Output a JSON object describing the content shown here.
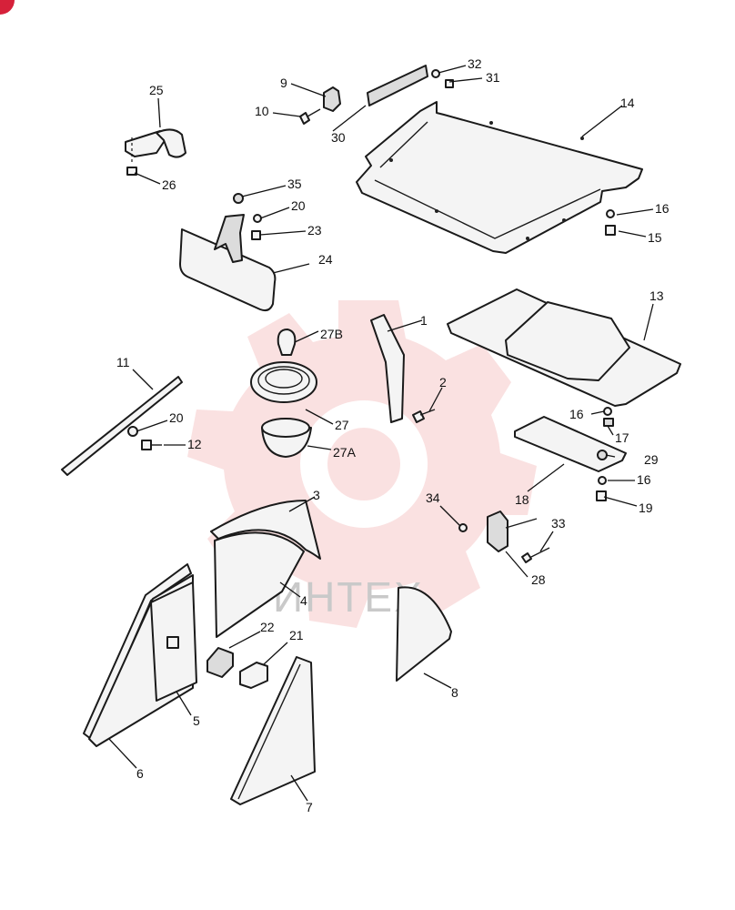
{
  "watermark": {
    "text": "ИНТЕХ",
    "color": "#f6c9c9"
  },
  "corner_badge_color": "#d6213a",
  "callouts": [
    {
      "id": "c1",
      "label": "1"
    },
    {
      "id": "c2",
      "label": "2"
    },
    {
      "id": "c3",
      "label": "3"
    },
    {
      "id": "c4",
      "label": "4"
    },
    {
      "id": "c5",
      "label": "5"
    },
    {
      "id": "c6",
      "label": "6"
    },
    {
      "id": "c7",
      "label": "7"
    },
    {
      "id": "c8",
      "label": "8"
    },
    {
      "id": "c9",
      "label": "9"
    },
    {
      "id": "c10",
      "label": "10"
    },
    {
      "id": "c11",
      "label": "11"
    },
    {
      "id": "c12",
      "label": "12"
    },
    {
      "id": "c13",
      "label": "13"
    },
    {
      "id": "c14",
      "label": "14"
    },
    {
      "id": "c15",
      "label": "15"
    },
    {
      "id": "c16a",
      "label": "16"
    },
    {
      "id": "c16b",
      "label": "16"
    },
    {
      "id": "c16c",
      "label": "16"
    },
    {
      "id": "c17",
      "label": "17"
    },
    {
      "id": "c18",
      "label": "18"
    },
    {
      "id": "c19",
      "label": "19"
    },
    {
      "id": "c20a",
      "label": "20"
    },
    {
      "id": "c20b",
      "label": "20"
    },
    {
      "id": "c21",
      "label": "21"
    },
    {
      "id": "c22",
      "label": "22"
    },
    {
      "id": "c23",
      "label": "23"
    },
    {
      "id": "c24",
      "label": "24"
    },
    {
      "id": "c25",
      "label": "25"
    },
    {
      "id": "c26",
      "label": "26"
    },
    {
      "id": "c27",
      "label": "27"
    },
    {
      "id": "c27a",
      "label": "27A"
    },
    {
      "id": "c27b",
      "label": "27B"
    },
    {
      "id": "c28",
      "label": "28"
    },
    {
      "id": "c29",
      "label": "29"
    },
    {
      "id": "c30",
      "label": "30"
    },
    {
      "id": "c31",
      "label": "31"
    },
    {
      "id": "c32",
      "label": "32"
    },
    {
      "id": "c33",
      "label": "33"
    },
    {
      "id": "c34",
      "label": "34"
    },
    {
      "id": "c35",
      "label": "35"
    }
  ]
}
